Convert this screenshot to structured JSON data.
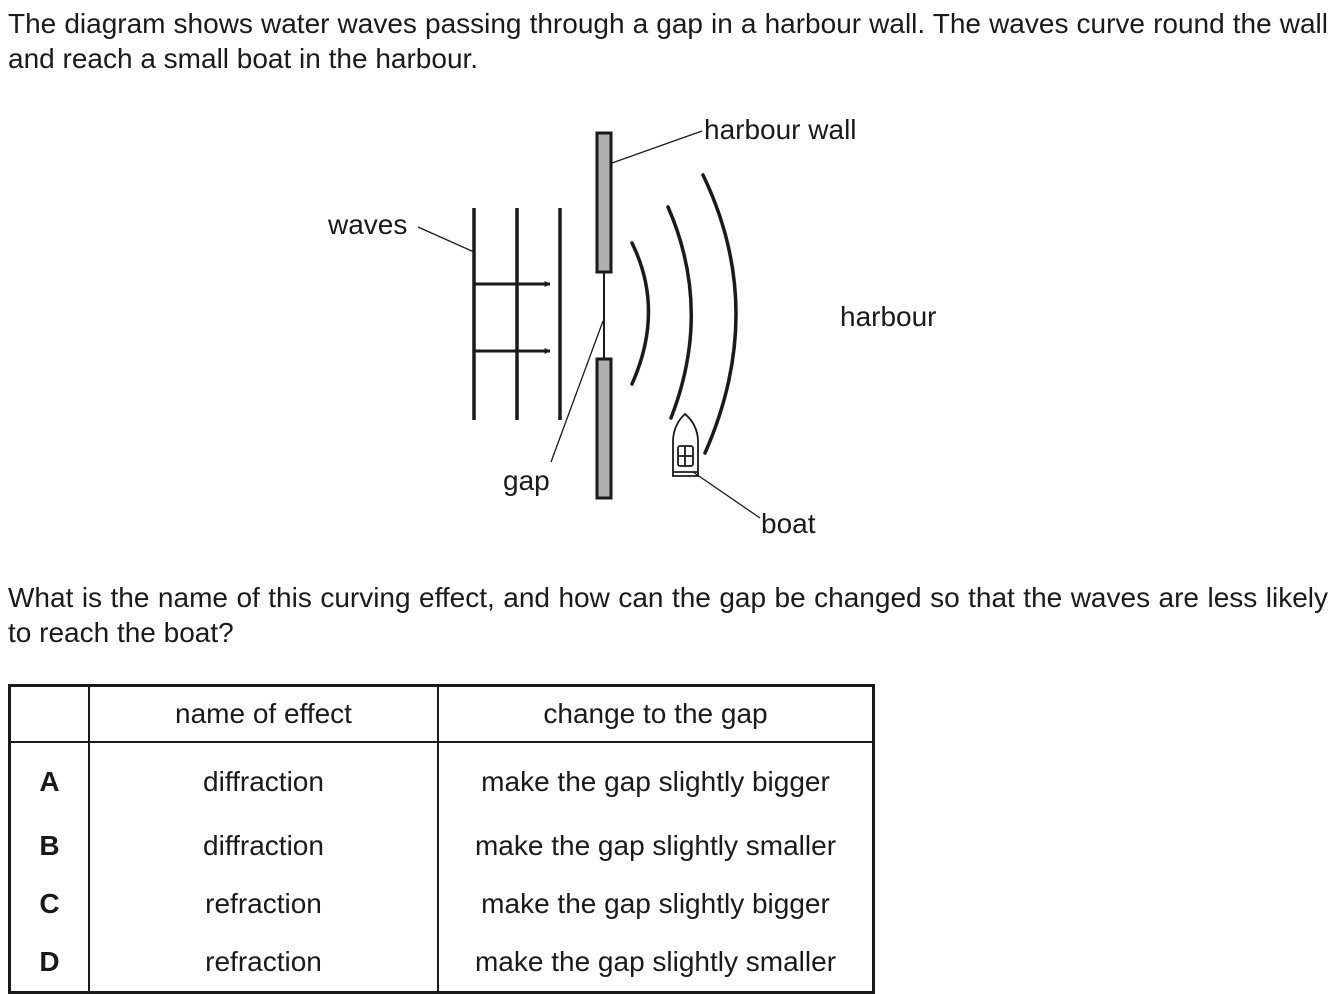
{
  "intro_text": "The diagram shows water waves passing through a gap in a harbour wall. The waves curve round the wall and reach a small boat in the harbour.",
  "diagram": {
    "labels": {
      "harbour_wall": "harbour wall",
      "waves": "waves",
      "harbour": "harbour",
      "gap": "gap",
      "boat": "boat"
    }
  },
  "question_text": "What is the name of this curving effect, and how can the gap be changed so that the waves are less likely to reach the boat?",
  "table": {
    "headers": [
      "",
      "name of effect",
      "change to the gap"
    ],
    "rows": [
      {
        "letter": "A",
        "effect": "diffraction",
        "change": "make the gap slightly bigger"
      },
      {
        "letter": "B",
        "effect": "diffraction",
        "change": "make the gap slightly smaller"
      },
      {
        "letter": "C",
        "effect": "refraction",
        "change": "make the gap slightly bigger"
      },
      {
        "letter": "D",
        "effect": "refraction",
        "change": "make the gap slightly smaller"
      }
    ]
  },
  "colors": {
    "ink": "#1a1a1a",
    "wall_fill": "#b0b0b0"
  }
}
